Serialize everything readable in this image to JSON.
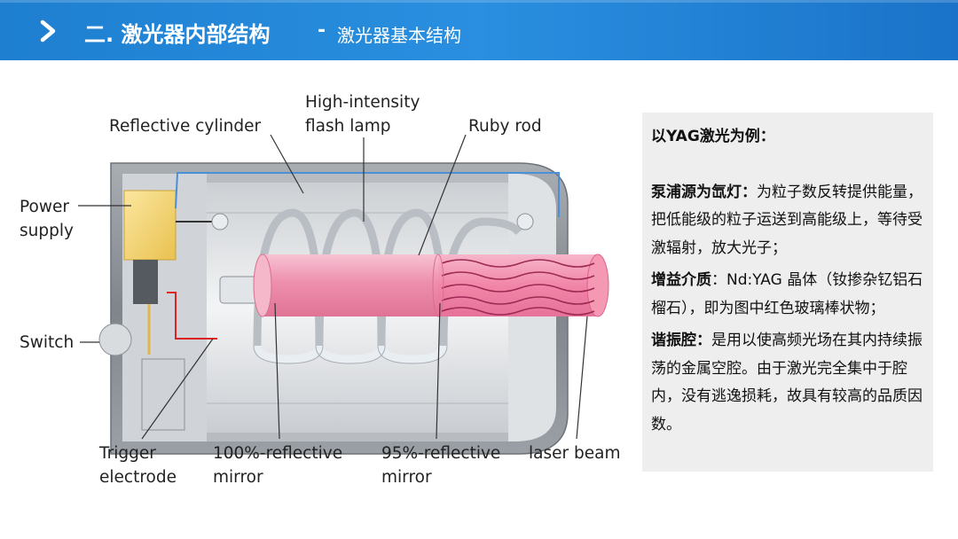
{
  "header": {
    "title": "二. 激光器内部结构",
    "separator": "-",
    "subtitle": "激光器基本结构"
  },
  "diagram": {
    "labels": {
      "reflective_cylinder": "Reflective cylinder",
      "flash_lamp_1": "High-intensity",
      "flash_lamp_2": "flash lamp",
      "ruby_rod": "Ruby rod",
      "power_supply_1": "Power",
      "power_supply_2": "supply",
      "switch": "Switch",
      "trigger_electrode_1": "Trigger",
      "trigger_electrode_2": "electrode",
      "mirror100_1": "100%-reflective",
      "mirror100_2": "mirror",
      "mirror95_1": "95%-reflective",
      "mirror95_2": "mirror",
      "laser_beam": "laser beam"
    },
    "colors": {
      "housing": "#8a8f94",
      "ruby": "#f2a3bd",
      "beam": "#f07aa0",
      "lamp": "#d0d6dc",
      "power_supply": "#f2d46a"
    }
  },
  "panel": {
    "heading": "以YAG激光为例：",
    "p1_bold": "泵浦源为氙灯：",
    "p1_text": "为粒子数反转提供能量，把低能级的粒子运送到高能级上，等待受激辐射，放大光子；",
    "p2_bold": "增益介质",
    "p2_text": "：Nd:YAG 晶体（钕掺杂钇铝石榴石），即为图中红色玻璃棒状物；",
    "p3_bold": "谐振腔：",
    "p3_text": "是用以使高频光场在其内持续振荡的金属空腔。由于激光完全集中于腔内，没有逃逸损耗，故具有较高的品质因数。"
  }
}
